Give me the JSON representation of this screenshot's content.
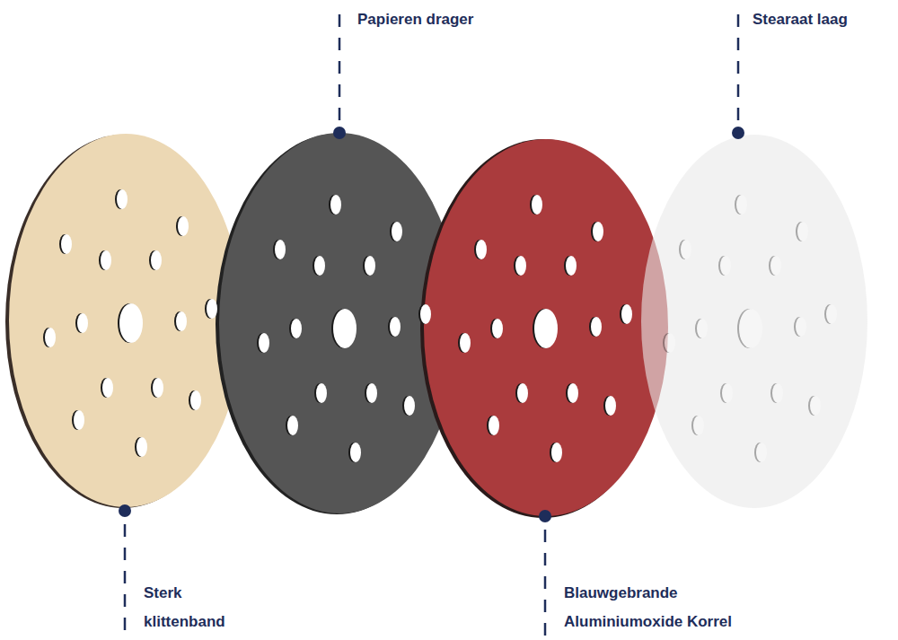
{
  "diagram": {
    "labels": [
      "Papieren drager",
      "Stearaat laag",
      "Sterk klittenband",
      "Blauwgebrande Aluminiumoxide Korrel"
    ]
  }
}
